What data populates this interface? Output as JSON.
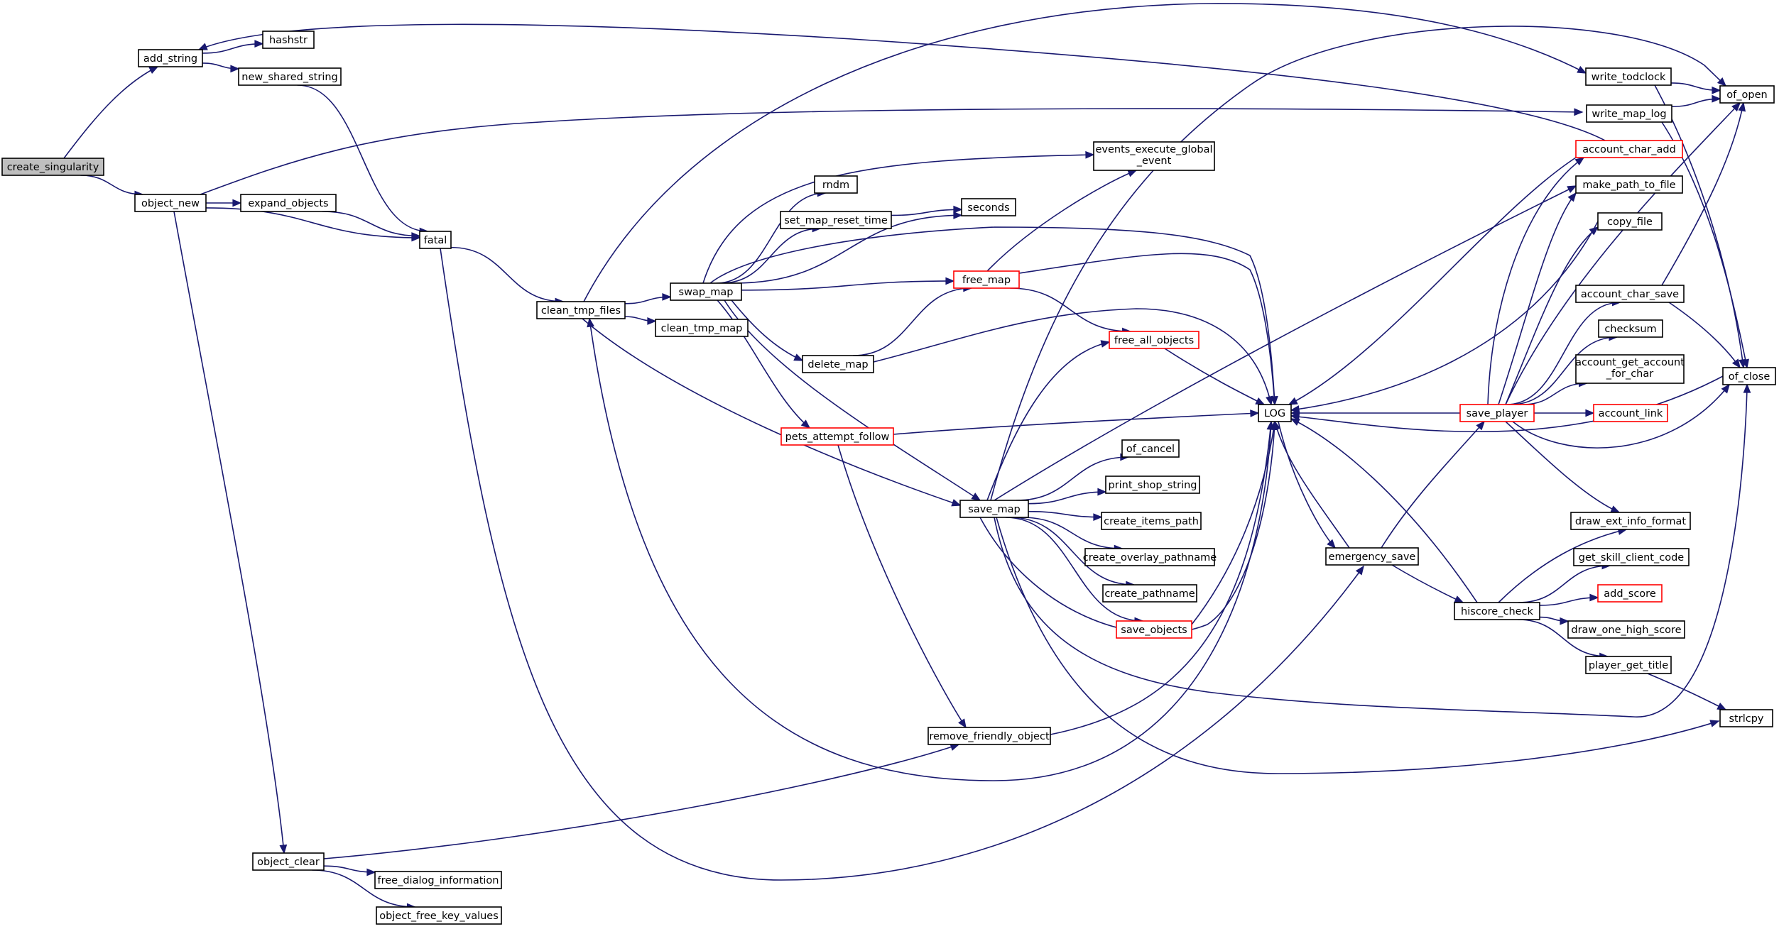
{
  "diagram": {
    "type": "call-graph",
    "colors": {
      "edge": "#191970",
      "node_border": "#000000",
      "truncated_border": "#ff0000",
      "root_fill": "#bfbfbf",
      "node_fill": "#ffffff",
      "background": "#ffffff"
    },
    "nodes": [
      {
        "id": "create_singularity",
        "label": "create_singularity",
        "root": true
      },
      {
        "id": "add_string",
        "label": "add_string"
      },
      {
        "id": "hashstr",
        "label": "hashstr"
      },
      {
        "id": "new_shared_string",
        "label": "new_shared_string"
      },
      {
        "id": "object_new",
        "label": "object_new"
      },
      {
        "id": "expand_objects",
        "label": "expand_objects"
      },
      {
        "id": "fatal",
        "label": "fatal"
      },
      {
        "id": "clean_tmp_files",
        "label": "clean_tmp_files"
      },
      {
        "id": "swap_map",
        "label": "swap_map"
      },
      {
        "id": "clean_tmp_map",
        "label": "clean_tmp_map"
      },
      {
        "id": "rndm",
        "label": "rndm"
      },
      {
        "id": "set_map_reset_time",
        "label": "set_map_reset_time"
      },
      {
        "id": "seconds",
        "label": "seconds"
      },
      {
        "id": "events_execute_global_event",
        "label": "events_execute_global_event",
        "lines": [
          "events_execute_global",
          "_event"
        ]
      },
      {
        "id": "free_map",
        "label": "free_map",
        "truncated": true
      },
      {
        "id": "delete_map",
        "label": "delete_map"
      },
      {
        "id": "free_all_objects",
        "label": "free_all_objects",
        "truncated": true
      },
      {
        "id": "pets_attempt_follow",
        "label": "pets_attempt_follow",
        "truncated": true
      },
      {
        "id": "LOG",
        "label": "LOG"
      },
      {
        "id": "save_map",
        "label": "save_map"
      },
      {
        "id": "of_cancel",
        "label": "of_cancel"
      },
      {
        "id": "print_shop_string",
        "label": "print_shop_string"
      },
      {
        "id": "create_items_path",
        "label": "create_items_path"
      },
      {
        "id": "create_overlay_pathname",
        "label": "create_overlay_pathname"
      },
      {
        "id": "create_pathname",
        "label": "create_pathname"
      },
      {
        "id": "save_objects",
        "label": "save_objects",
        "truncated": true
      },
      {
        "id": "remove_friendly_object",
        "label": "remove_friendly_object"
      },
      {
        "id": "object_clear",
        "label": "object_clear"
      },
      {
        "id": "free_dialog_information",
        "label": "free_dialog_information"
      },
      {
        "id": "object_free_key_values",
        "label": "object_free_key_values"
      },
      {
        "id": "write_todclock",
        "label": "write_todclock"
      },
      {
        "id": "write_map_log",
        "label": "write_map_log"
      },
      {
        "id": "of_open",
        "label": "of_open"
      },
      {
        "id": "account_char_add",
        "label": "account_char_add",
        "truncated": true
      },
      {
        "id": "make_path_to_file",
        "label": "make_path_to_file"
      },
      {
        "id": "copy_file",
        "label": "copy_file"
      },
      {
        "id": "account_char_save",
        "label": "account_char_save"
      },
      {
        "id": "checksum",
        "label": "checksum"
      },
      {
        "id": "account_get_account_for_char",
        "label": "account_get_account_for_char",
        "lines": [
          "account_get_account",
          "_for_char"
        ]
      },
      {
        "id": "account_link",
        "label": "account_link",
        "truncated": true
      },
      {
        "id": "of_close",
        "label": "of_close"
      },
      {
        "id": "save_player",
        "label": "save_player",
        "truncated": true
      },
      {
        "id": "emergency_save",
        "label": "emergency_save"
      },
      {
        "id": "hiscore_check",
        "label": "hiscore_check"
      },
      {
        "id": "draw_ext_info_format",
        "label": "draw_ext_info_format"
      },
      {
        "id": "get_skill_client_code",
        "label": "get_skill_client_code"
      },
      {
        "id": "add_score",
        "label": "add_score",
        "truncated": true
      },
      {
        "id": "draw_one_high_score",
        "label": "draw_one_high_score"
      },
      {
        "id": "player_get_title",
        "label": "player_get_title"
      },
      {
        "id": "strlcpy",
        "label": "strlcpy"
      }
    ],
    "edges": [
      {
        "from": "create_singularity",
        "to": "add_string"
      },
      {
        "from": "create_singularity",
        "to": "object_new"
      },
      {
        "from": "add_string",
        "to": "hashstr"
      },
      {
        "from": "add_string",
        "to": "new_shared_string"
      },
      {
        "from": "new_shared_string",
        "to": "fatal"
      },
      {
        "from": "object_new",
        "to": "expand_objects"
      },
      {
        "from": "object_new",
        "to": "fatal"
      },
      {
        "from": "object_new",
        "to": "write_map_log"
      },
      {
        "from": "object_new",
        "to": "object_clear"
      },
      {
        "from": "expand_objects",
        "to": "fatal"
      },
      {
        "from": "fatal",
        "to": "clean_tmp_files"
      },
      {
        "from": "fatal",
        "to": "emergency_save"
      },
      {
        "from": "clean_tmp_files",
        "to": "swap_map"
      },
      {
        "from": "clean_tmp_files",
        "to": "clean_tmp_map"
      },
      {
        "from": "clean_tmp_files",
        "to": "write_todclock"
      },
      {
        "from": "clean_tmp_files",
        "to": "save_map"
      },
      {
        "from": "swap_map",
        "to": "rndm"
      },
      {
        "from": "swap_map",
        "to": "set_map_reset_time"
      },
      {
        "from": "swap_map",
        "to": "seconds"
      },
      {
        "from": "swap_map",
        "to": "events_execute_global_event"
      },
      {
        "from": "swap_map",
        "to": "free_map"
      },
      {
        "from": "swap_map",
        "to": "delete_map"
      },
      {
        "from": "swap_map",
        "to": "pets_attempt_follow"
      },
      {
        "from": "swap_map",
        "to": "save_map"
      },
      {
        "from": "swap_map",
        "to": "LOG"
      },
      {
        "from": "set_map_reset_time",
        "to": "seconds"
      },
      {
        "from": "free_map",
        "to": "events_execute_global_event"
      },
      {
        "from": "free_map",
        "to": "free_all_objects"
      },
      {
        "from": "free_map",
        "to": "LOG"
      },
      {
        "from": "delete_map",
        "to": "free_map"
      },
      {
        "from": "delete_map",
        "to": "LOG"
      },
      {
        "from": "free_all_objects",
        "to": "LOG"
      },
      {
        "from": "pets_attempt_follow",
        "to": "LOG"
      },
      {
        "from": "pets_attempt_follow",
        "to": "remove_friendly_object"
      },
      {
        "from": "save_map",
        "to": "of_cancel"
      },
      {
        "from": "save_map",
        "to": "print_shop_string"
      },
      {
        "from": "save_map",
        "to": "create_items_path"
      },
      {
        "from": "save_map",
        "to": "create_overlay_pathname"
      },
      {
        "from": "save_map",
        "to": "create_pathname"
      },
      {
        "from": "save_map",
        "to": "save_objects"
      },
      {
        "from": "save_map",
        "to": "free_all_objects"
      },
      {
        "from": "save_map",
        "to": "LOG"
      },
      {
        "from": "save_map",
        "to": "make_path_to_file"
      },
      {
        "from": "save_map",
        "to": "of_open"
      },
      {
        "from": "save_map",
        "to": "of_close"
      },
      {
        "from": "save_map",
        "to": "strlcpy"
      },
      {
        "from": "save_objects",
        "to": "LOG"
      },
      {
        "from": "remove_friendly_object",
        "to": "LOG"
      },
      {
        "from": "object_clear",
        "to": "remove_friendly_object"
      },
      {
        "from": "object_clear",
        "to": "free_dialog_information"
      },
      {
        "from": "object_clear",
        "to": "object_free_key_values"
      },
      {
        "from": "LOG",
        "to": "clean_tmp_files"
      },
      {
        "from": "LOG",
        "to": "emergency_save"
      },
      {
        "from": "emergency_save",
        "to": "LOG"
      },
      {
        "from": "emergency_save",
        "to": "save_player"
      },
      {
        "from": "emergency_save",
        "to": "hiscore_check"
      },
      {
        "from": "write_todclock",
        "to": "of_open"
      },
      {
        "from": "write_todclock",
        "to": "of_close"
      },
      {
        "from": "write_map_log",
        "to": "of_open"
      },
      {
        "from": "write_map_log",
        "to": "of_close"
      },
      {
        "from": "account_char_add",
        "to": "add_string"
      },
      {
        "from": "account_char_add",
        "to": "LOG"
      },
      {
        "from": "account_char_save",
        "to": "of_open"
      },
      {
        "from": "account_char_save",
        "to": "of_close"
      },
      {
        "from": "save_player",
        "to": "LOG"
      },
      {
        "from": "save_player",
        "to": "account_char_add"
      },
      {
        "from": "save_player",
        "to": "make_path_to_file"
      },
      {
        "from": "save_player",
        "to": "copy_file"
      },
      {
        "from": "save_player",
        "to": "account_char_save"
      },
      {
        "from": "save_player",
        "to": "checksum"
      },
      {
        "from": "save_player",
        "to": "account_get_account_for_char"
      },
      {
        "from": "save_player",
        "to": "account_link"
      },
      {
        "from": "save_player",
        "to": "of_open"
      },
      {
        "from": "save_player",
        "to": "of_close"
      },
      {
        "from": "save_player",
        "to": "draw_ext_info_format"
      },
      {
        "from": "copy_file",
        "to": "LOG"
      },
      {
        "from": "of_close",
        "to": "LOG"
      },
      {
        "from": "hiscore_check",
        "to": "LOG"
      },
      {
        "from": "hiscore_check",
        "to": "draw_ext_info_format"
      },
      {
        "from": "hiscore_check",
        "to": "get_skill_client_code"
      },
      {
        "from": "hiscore_check",
        "to": "add_score"
      },
      {
        "from": "hiscore_check",
        "to": "draw_one_high_score"
      },
      {
        "from": "hiscore_check",
        "to": "player_get_title"
      },
      {
        "from": "player_get_title",
        "to": "strlcpy"
      }
    ]
  }
}
